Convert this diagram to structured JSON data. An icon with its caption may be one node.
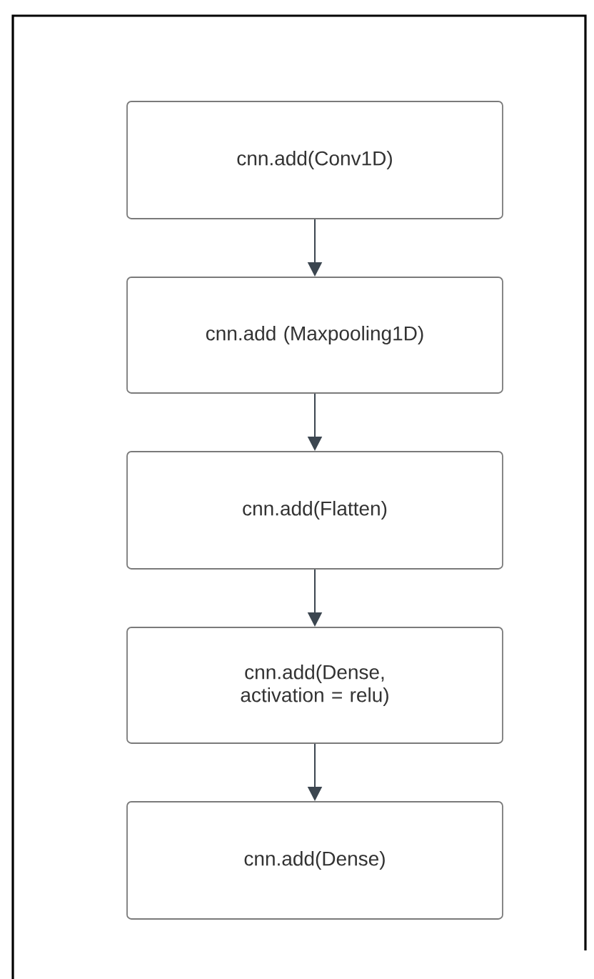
{
  "diagram": {
    "nodes": [
      {
        "text": [
          "cnn.add(Conv1D)"
        ]
      },
      {
        "text": [
          "cnn.add (Maxpooling1D)"
        ]
      },
      {
        "text": [
          "cnn.add(Flatten)"
        ]
      },
      {
        "text": [
          "cnn.add(Dense, activation = relu)"
        ]
      },
      {
        "text": [
          "cnn.add(Dense)"
        ]
      }
    ],
    "edges": [
      {
        "from": 0,
        "to": 1,
        "arrow": "to"
      },
      {
        "from": 1,
        "to": 2,
        "arrow": "to"
      },
      {
        "from": 2,
        "to": 3,
        "arrow": "to"
      },
      {
        "from": 3,
        "to": 4,
        "arrow": "to"
      }
    ]
  }
}
